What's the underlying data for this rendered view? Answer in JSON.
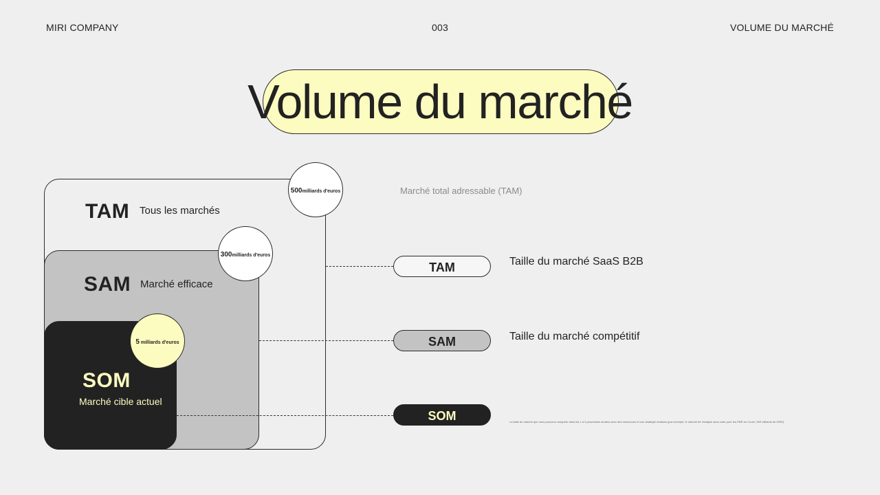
{
  "header": {
    "company": "MIRI COMPANY",
    "page_number": "003",
    "section": "VOLUME DU MARCHÉ"
  },
  "title": "Volume du marché",
  "colors": {
    "background": "#f0efef",
    "accent_yellow": "#fdfcc0",
    "sam_gray": "#c4c3c4",
    "som_dark": "#222222"
  },
  "diagram": {
    "tam": {
      "abbr": "TAM",
      "description": "Tous les marchés",
      "value_num": "500",
      "value_unit": "milliards d'euros"
    },
    "sam": {
      "abbr": "SAM",
      "description": "Marché efficace",
      "value_num": "300",
      "value_unit": "milliards d'euros"
    },
    "som": {
      "abbr": "SOM",
      "description": "Marché cible actuel",
      "value_num": "5",
      "value_unit": " milliards d'euros"
    }
  },
  "legend": {
    "note": "Marché total adressable (TAM)",
    "tam": {
      "pill": "TAM",
      "label": "Taille du marché SaaS B2B"
    },
    "sam": {
      "pill": "SAM",
      "label": "Taille du marché compétitif"
    },
    "som": {
      "pill": "SOM",
      "label": "La taille du marché que nous pouvons conquérir dans les 1 à 3 prochaines années avec des ressources et une stratégie réalistes (par exemple, le marché de l'analyse sans code pour les PME en Corée, 500 milliards de KRW)"
    }
  }
}
